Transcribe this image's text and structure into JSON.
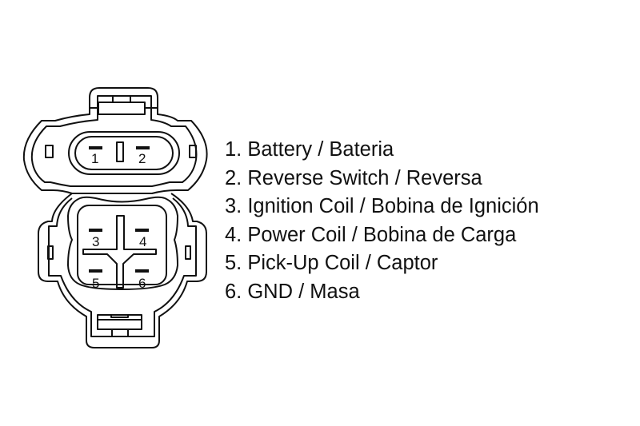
{
  "diagram": {
    "colors": {
      "stroke": "#111111",
      "background": "#ffffff",
      "text": "#111111"
    },
    "connector_top": {
      "pins": [
        {
          "number": "1"
        },
        {
          "number": "2"
        }
      ]
    },
    "connector_bottom": {
      "pins": [
        {
          "number": "3"
        },
        {
          "number": "4"
        },
        {
          "number": "5"
        },
        {
          "number": "6"
        }
      ]
    }
  },
  "legend": {
    "items": [
      {
        "label": "1. Battery / Bateria"
      },
      {
        "label": "2. Reverse Switch / Reversa"
      },
      {
        "label": "3. Ignition Coil / Bobina de Ignición"
      },
      {
        "label": "4. Power Coil / Bobina de Carga"
      },
      {
        "label": "5. Pick-Up Coil / Captor"
      },
      {
        "label": "6. GND / Masa"
      }
    ]
  }
}
